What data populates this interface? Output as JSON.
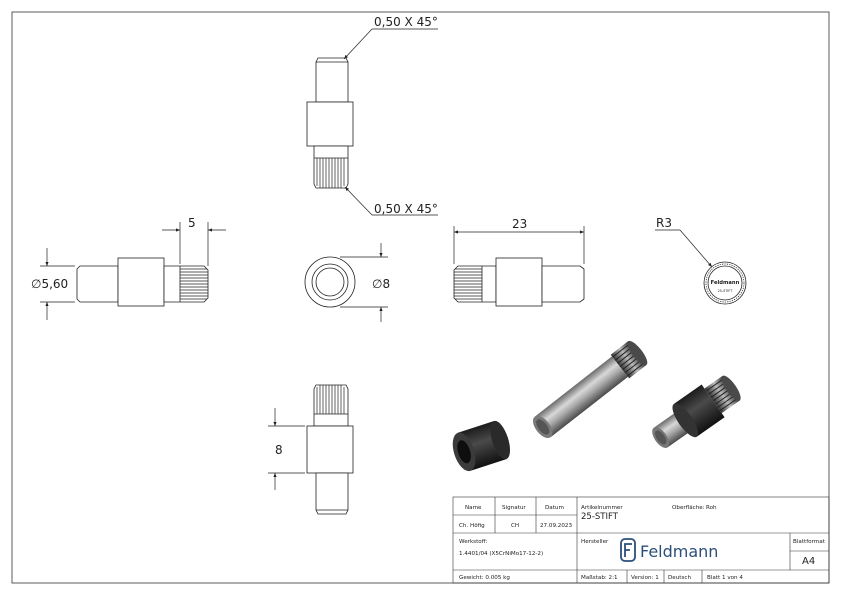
{
  "dimensions": {
    "chamfer_top": "0,50 X 45°",
    "chamfer_bottom": "0,50 X 45°",
    "knurl_length": "5",
    "pin_diameter": "∅5,60",
    "sleeve_diameter": "∅8",
    "total_length": "23",
    "radius": "R3",
    "sleeve_length": "8"
  },
  "end_view_logo": {
    "text": "Feldmann",
    "subtext": "25-STIFT"
  },
  "title_block": {
    "name_header": "Name",
    "signature_header": "Signatur",
    "date_header": "Datum",
    "name_value": "Ch. Höfig",
    "signature_value": "CH",
    "date_value": "27.09.2023",
    "article_label": "Artikelnummer",
    "article_value": "25-STIFT",
    "surface_label": "Oberfläche:",
    "surface_value": "Roh",
    "material_label": "Werkstoff:",
    "material_value": "1.4401/04 (X5CrNiMo17-12-2)",
    "manufacturer_label": "Hersteller",
    "brand": "Feldmann",
    "format_label": "Blattformat",
    "format_value": "A4",
    "weight_text": "Gewicht: 0.005 kg",
    "scale_text": "Maßstab: 2:1",
    "version_text": "Version: 1",
    "language_text": "Deutsch",
    "sheet_text": "Blatt 1 von 4"
  }
}
